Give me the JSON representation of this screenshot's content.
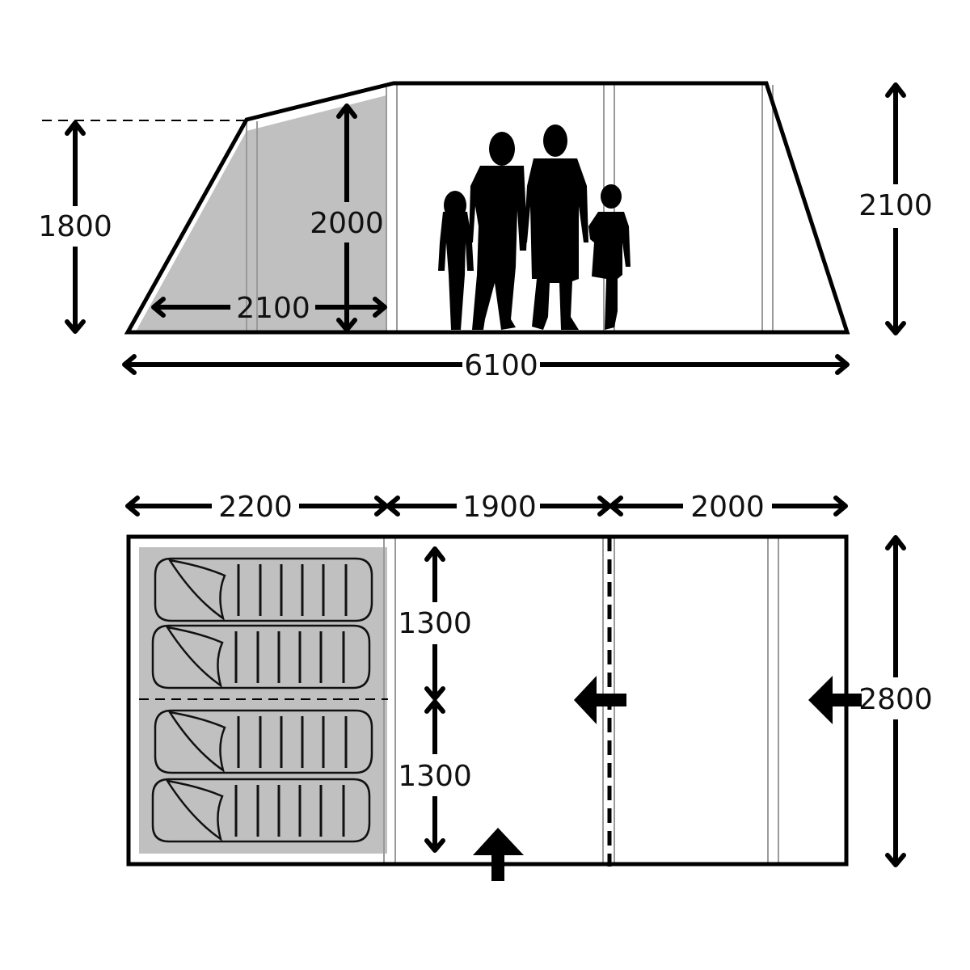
{
  "colors": {
    "background": "#ffffff",
    "outline": "#000000",
    "bedroom_fill": "#c0c0c0",
    "pole": "#9a9a9a"
  },
  "side_view": {
    "front_height_label": "1800",
    "bedroom_height_label": "2000",
    "bedroom_depth_label": "2100",
    "rear_height_label": "2100",
    "total_length_label": "6100",
    "figures": [
      "girl-silhouette",
      "woman-silhouette",
      "man-silhouette",
      "boy-silhouette"
    ]
  },
  "floor_plan": {
    "bedroom_width_label": "2200",
    "middle_section_label": "1900",
    "front_section_label": "2000",
    "upper_berth_label": "1300",
    "lower_berth_label": "1300",
    "total_width_label": "2800",
    "sleeping_bags": 4,
    "entrances": [
      "side-entrance-arrow",
      "inner-door-arrow",
      "front-entrance-arrow"
    ]
  },
  "chart_data": {
    "type": "table",
    "title": "Tent dimensions (mm)",
    "side_view": {
      "front_height": 1800,
      "bedroom_height": 2000,
      "bedroom_depth": 2100,
      "max_height": 2100,
      "total_length": 6100
    },
    "floor_plan": {
      "bedroom_length": 2200,
      "middle_length": 1900,
      "front_length": 2000,
      "berth_widths": [
        1300,
        1300
      ],
      "total_width": 2800
    }
  }
}
